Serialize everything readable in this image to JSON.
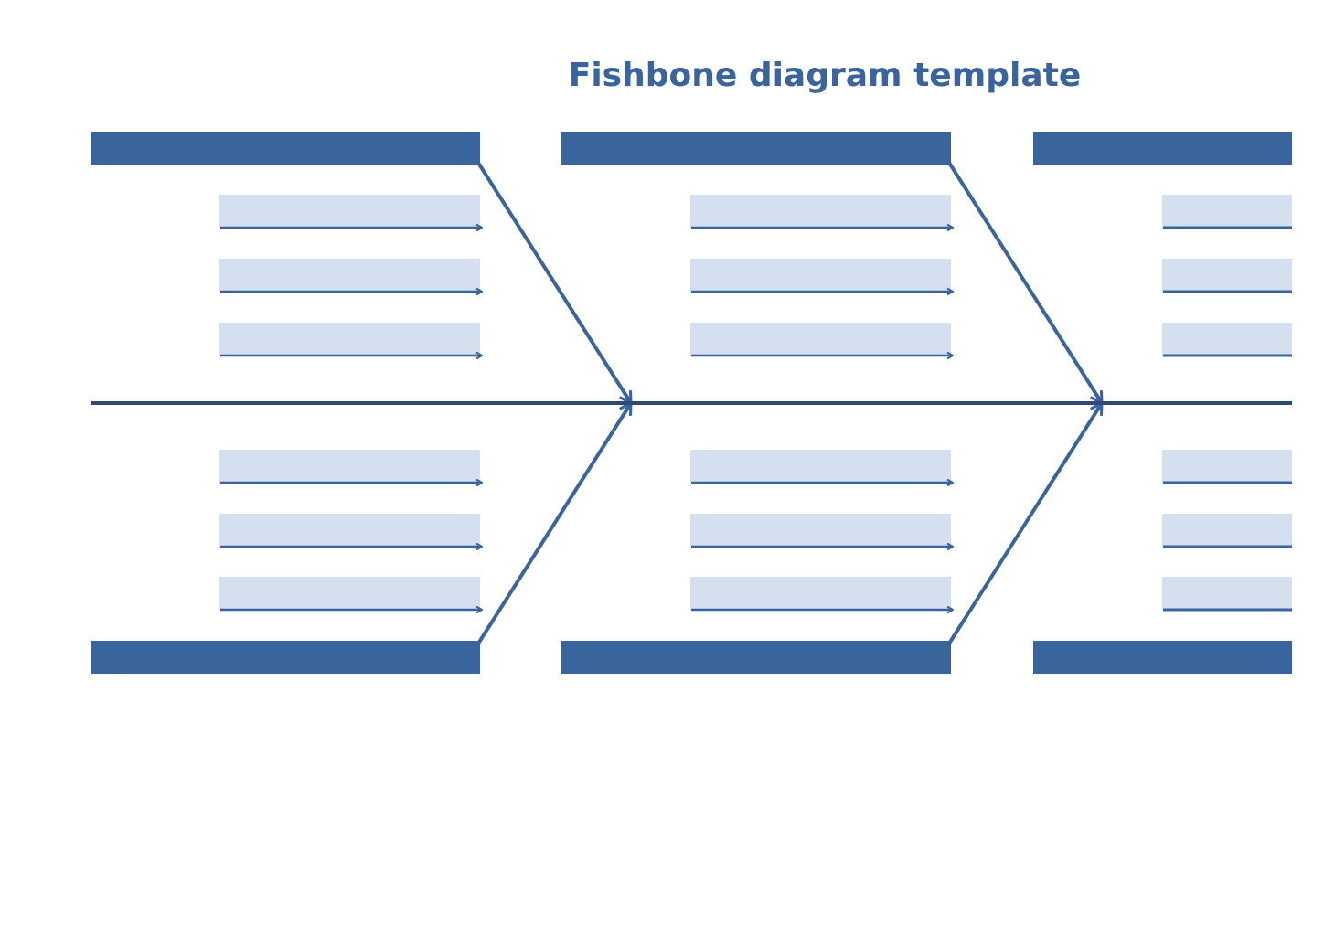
{
  "title": "Fishbone diagram template",
  "colors": {
    "header": "#3a649c",
    "box": "#d4dfef",
    "arrow": "#3a64a0",
    "spine": "#2e4a75",
    "title": "#3a64a0"
  },
  "structure": {
    "columns": 3,
    "causes_per_side": 3,
    "sides": [
      "top",
      "bottom"
    ]
  }
}
